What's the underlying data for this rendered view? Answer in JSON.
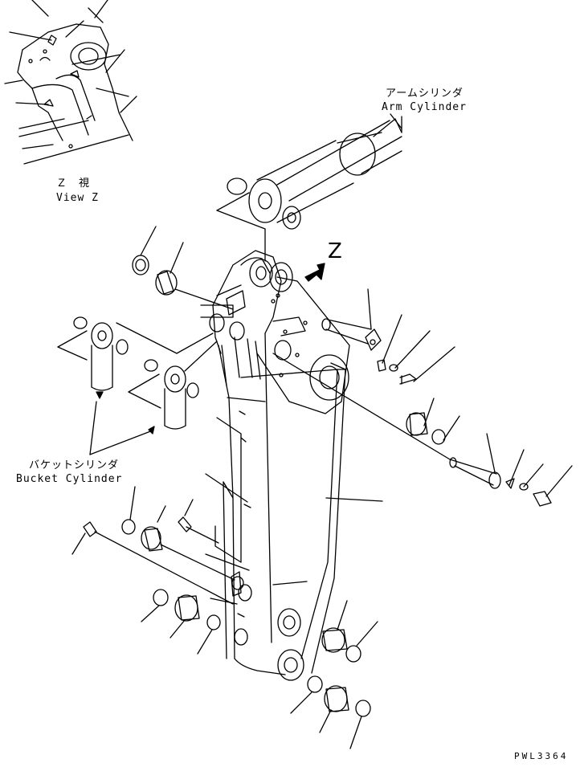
{
  "view": {
    "inset_label_jp": "Ｚ　視",
    "inset_label_en": "View Z",
    "arrow_label": "Z"
  },
  "callouts": {
    "arm_cylinder_jp": "アームシリンダ",
    "arm_cylinder_en": "Arm Cylinder",
    "bucket_cylinder_jp": "バケットシリンダ",
    "bucket_cylinder_en": "Bucket Cylinder"
  },
  "drawing_code": "PWL3364",
  "colors": {
    "line": "#000000",
    "background": "#ffffff"
  }
}
